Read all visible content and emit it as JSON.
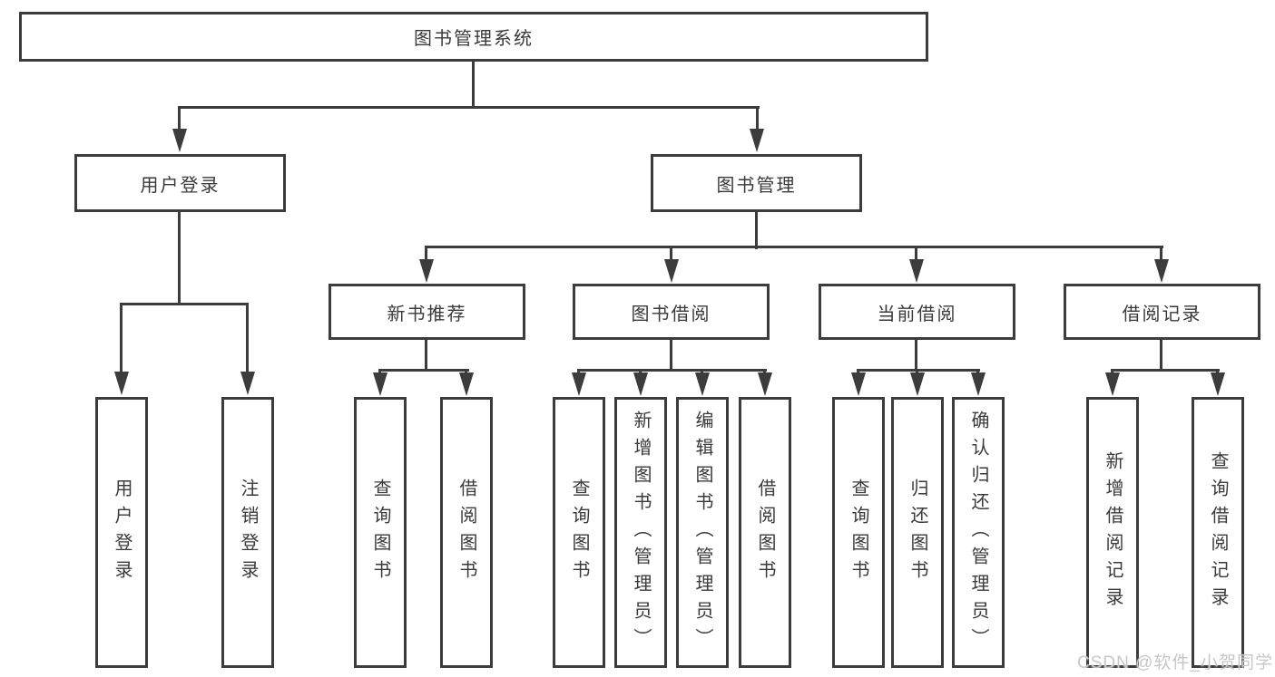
{
  "tree": {
    "root": "图书管理系统",
    "branches": [
      {
        "label": "用户登录",
        "children": [
          "用户登录",
          "注销登录"
        ]
      },
      {
        "label": "图书管理",
        "children": [
          {
            "label": "新书推荐",
            "children": [
              "查询图书",
              "借阅图书"
            ]
          },
          {
            "label": "图书借阅",
            "children": [
              "查询图书",
              "新增图书（管理员）",
              "编辑图书（管理员）",
              "借阅图书"
            ]
          },
          {
            "label": "当前借阅",
            "children": [
              "查询图书",
              "归还图书",
              "确认归还（管理员）"
            ]
          },
          {
            "label": "借阅记录",
            "children": [
              "新增借阅记录",
              "查询借阅记录"
            ]
          }
        ]
      }
    ]
  },
  "watermark": {
    "text": "CSDN @软件_小贺同学"
  },
  "colors": {
    "line": "#3c3c3c",
    "text": "#3a3a3a",
    "background": "#ffffff",
    "watermark": "#c7c7c7"
  }
}
